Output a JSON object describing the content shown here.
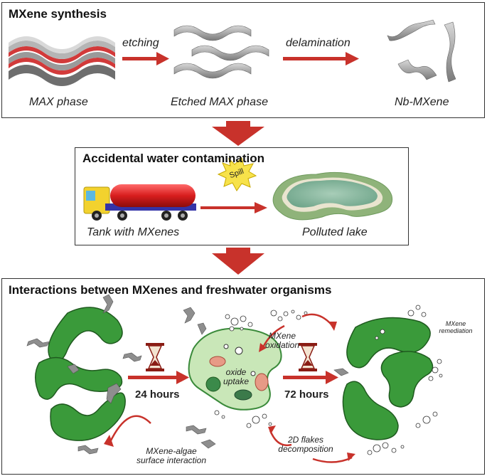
{
  "panel1": {
    "title": "MXene synthesis",
    "step1": "etching",
    "step2": "delamination",
    "label_max": "MAX phase",
    "label_etched": "Etched MAX phase",
    "label_nb": "Nb-MXene"
  },
  "panel2": {
    "title": "Accidental water contamination",
    "spill": "Spill",
    "label_tank": "Tank with MXenes",
    "label_lake": "Polluted lake"
  },
  "panel3": {
    "title": "Interactions between MXenes and freshwater organisms",
    "time1": "24 hours",
    "time2": "72 hours",
    "oxidation": [
      "MXene",
      "oxidation"
    ],
    "uptake": [
      "oxide",
      "uptake"
    ],
    "remediation": [
      "MXene",
      "remediation"
    ],
    "interaction": [
      "MXene-algae",
      "surface interaction"
    ],
    "decomposition": [
      "2D flakes",
      "decomposition"
    ]
  },
  "colors": {
    "arrow": "#c8322b",
    "algae": "#3a9a3a",
    "algae_dark": "#1f5a1f",
    "flake": "#8e8e8e"
  }
}
